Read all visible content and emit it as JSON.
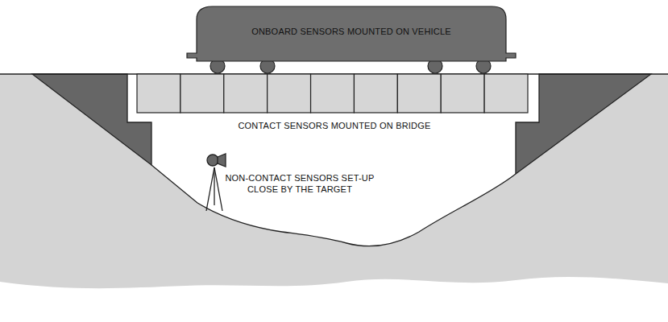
{
  "diagram": {
    "nodes": [
      {
        "text": [
          "ONBOARD SENSORS MOUNTED ON VEHICLE"
        ]
      }
    ],
    "labels": [
      "CONTACT SENSORS MOUNTED ON BRIDGE",
      "NON-CONTACT SENSORS SET-UP CLOSE BY THE TARGET"
    ]
  }
}
